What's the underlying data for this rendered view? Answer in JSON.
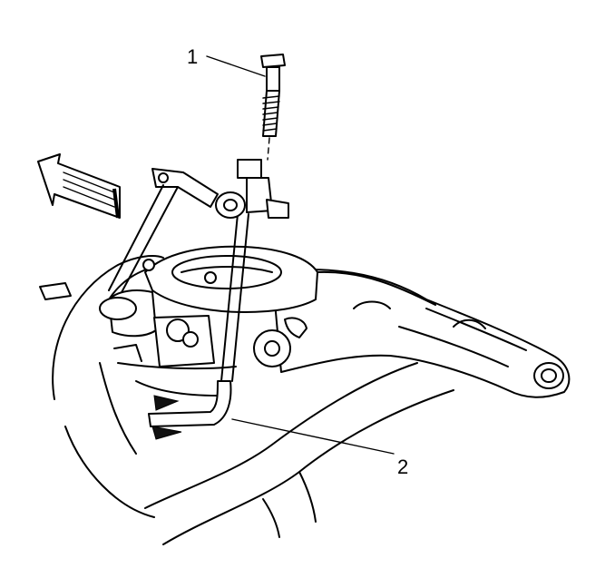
{
  "callouts": [
    {
      "id": "bolt",
      "label": "1"
    },
    {
      "id": "hose",
      "label": "2"
    }
  ],
  "colors": {
    "line": "#000000",
    "background": "#ffffff"
  },
  "icons": {
    "direction": "forward-arrow-icon"
  }
}
